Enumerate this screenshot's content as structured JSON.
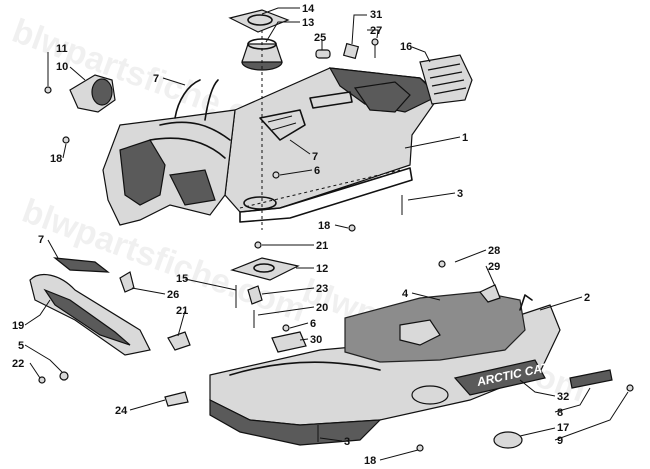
{
  "watermark": "blwpartsfiche.com",
  "logo_text": "ARCTIC CAT",
  "callouts": {
    "c1": "1",
    "c2": "2",
    "c3a": "3",
    "c3b": "3",
    "c4": "4",
    "c5": "5",
    "c6a": "6",
    "c6b": "6",
    "c7a": "7",
    "c7b": "7",
    "c7c": "7",
    "c8": "8",
    "c9": "9",
    "c10": "10",
    "c11": "11",
    "c12": "12",
    "c13": "13",
    "c14": "14",
    "c15": "15",
    "c16": "16",
    "c17": "17",
    "c18a": "18",
    "c18b": "18",
    "c18c": "18",
    "c19": "19",
    "c20": "20",
    "c21a": "21",
    "c21b": "21",
    "c22": "22",
    "c23": "23",
    "c24": "24",
    "c25": "25",
    "c26": "26",
    "c27": "27",
    "c28": "28",
    "c29": "29",
    "c30": "30",
    "c31": "31",
    "c32": "32"
  }
}
